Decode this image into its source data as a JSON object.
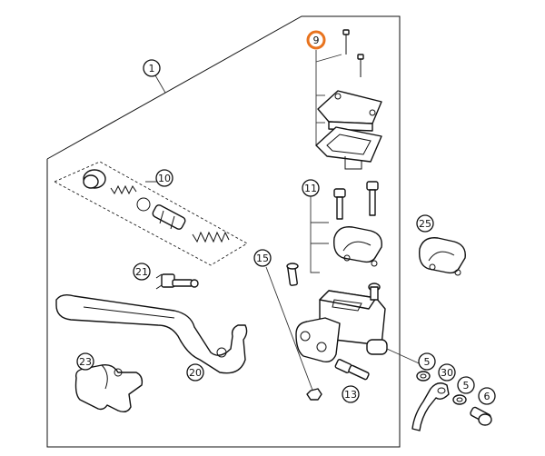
{
  "highlight_color": "#e8731e",
  "callouts": [
    {
      "id": "c1",
      "label": "1"
    },
    {
      "id": "c9",
      "label": "9"
    },
    {
      "id": "c10",
      "label": "10"
    },
    {
      "id": "c11",
      "label": "11"
    },
    {
      "id": "c25",
      "label": "25"
    },
    {
      "id": "c15",
      "label": "15"
    },
    {
      "id": "c21",
      "label": "21"
    },
    {
      "id": "c23",
      "label": "23"
    },
    {
      "id": "c20",
      "label": "20"
    },
    {
      "id": "c13",
      "label": "13"
    },
    {
      "id": "c5a",
      "label": "5"
    },
    {
      "id": "c30",
      "label": "30"
    },
    {
      "id": "c5b",
      "label": "5"
    },
    {
      "id": "c6",
      "label": "6"
    }
  ]
}
